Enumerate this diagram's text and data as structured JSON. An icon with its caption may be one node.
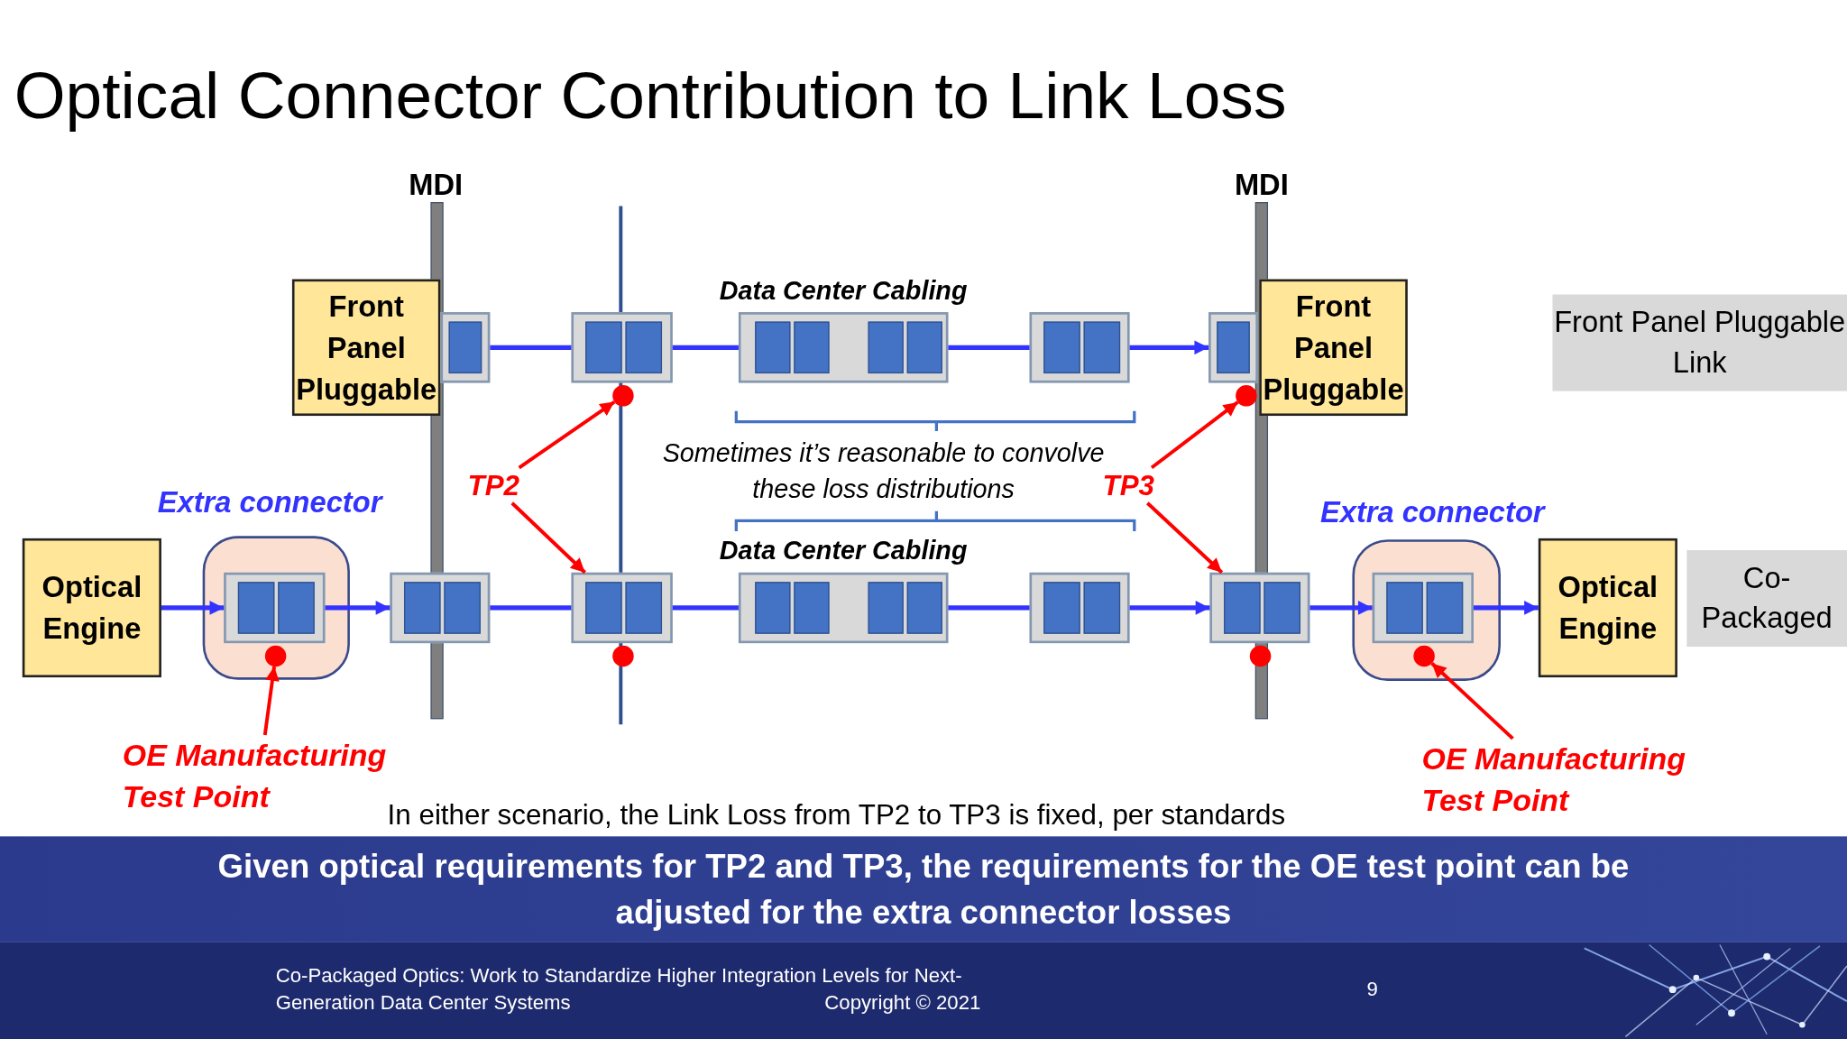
{
  "diagram": {
    "title": "Optical Connector Contribution to Link Loss",
    "nodes": [
      {
        "text": [
          "Front Panel Pluggable"
        ]
      },
      {
        "text": [],
        "shape": "box"
      },
      {
        "text": [],
        "shape": "box"
      },
      {
        "text": [
          "Data Center Cabling"
        ]
      },
      {
        "text": [],
        "shape": "box"
      },
      {
        "text": [],
        "shape": "box"
      },
      {
        "text": [
          "Front Panel Pluggable"
        ]
      },
      {
        "text": [
          "Optical Engine"
        ]
      },
      {
        "text": [
          "Extra connector"
        ]
      },
      {
        "text": [],
        "shape": "box",
        "in": 8
      },
      {
        "text": [],
        "shape": "box"
      },
      {
        "text": [],
        "shape": "box"
      },
      {
        "text": [
          "Data Center Cabling"
        ]
      },
      {
        "text": [],
        "shape": "box"
      },
      {
        "text": [],
        "shape": "box"
      },
      {
        "text": [
          "Extra connector"
        ]
      },
      {
        "text": [],
        "shape": "box",
        "in": 15
      },
      {
        "text": [
          "Optical Engine"
        ]
      },
      {
        "text": [
          "TP2"
        ]
      },
      {
        "text": [
          "TP3"
        ]
      },
      {
        "text": [
          "OE Manufacturing Test Point"
        ]
      },
      {
        "text": [
          "OE Manufacturing Test Point"
        ]
      },
      {
        "text": [],
        "shape": "circle",
        "in": 8
      },
      {
        "text": [],
        "shape": "circle"
      },
      {
        "text": [],
        "shape": "circle"
      },
      {
        "text": [],
        "shape": "circle"
      },
      {
        "text": [],
        "shape": "circle"
      },
      {
        "text": [],
        "shape": "circle",
        "in": 15
      },
      {
        "text": [
          "Front Panel Pluggable Link"
        ]
      },
      {
        "text": [
          "Co-Packaged"
        ]
      }
    ],
    "edges": [
      {
        "from": 1,
        "to": 2,
        "arrow": "none"
      },
      {
        "from": 2,
        "to": 3,
        "arrow": "none"
      },
      {
        "from": 3,
        "to": 4,
        "arrow": "none"
      },
      {
        "from": 4,
        "to": 5,
        "arrow": "to"
      },
      {
        "from": 7,
        "to": 9,
        "arrow": "to"
      },
      {
        "from": 9,
        "to": 10,
        "arrow": "to"
      },
      {
        "from": 10,
        "to": 11,
        "arrow": "none"
      },
      {
        "from": 11,
        "to": 12,
        "arrow": "none"
      },
      {
        "from": 12,
        "to": 13,
        "arrow": "none"
      },
      {
        "from": 13,
        "to": 14,
        "arrow": "to"
      },
      {
        "from": 14,
        "to": 16,
        "arrow": "to"
      },
      {
        "from": 16,
        "to": 17,
        "arrow": "to"
      },
      {
        "from": 18,
        "to": 23,
        "arrow": "to",
        "color": "#ff0000"
      },
      {
        "from": 18,
        "to": 11,
        "arrow": "to",
        "color": "#ff0000"
      },
      {
        "from": 19,
        "to": 25,
        "arrow": "to",
        "color": "#ff0000"
      },
      {
        "from": 19,
        "to": 14,
        "arrow": "to",
        "color": "#ff0000"
      },
      {
        "from": 20,
        "to": 22,
        "arrow": "to",
        "color": "#ff0000"
      },
      {
        "from": 21,
        "to": 27,
        "arrow": "to",
        "color": "#ff0000"
      }
    ],
    "labels": [
      "MDI",
      "MDI",
      "Sometimes it’s reasonable to convolve these loss distributions",
      "In either scenario, the Link Loss from TP2 to TP3 is fixed, per standards",
      "Given optical requirements for TP2 and TP3, the requirements for the OE test point can be adjusted for the extra connector losses",
      "Co-Packaged Optics: Work to Standardize Higher Integration Levels for Next-Generation Data Center Systems",
      "Copyright © 2021",
      "9"
    ]
  }
}
